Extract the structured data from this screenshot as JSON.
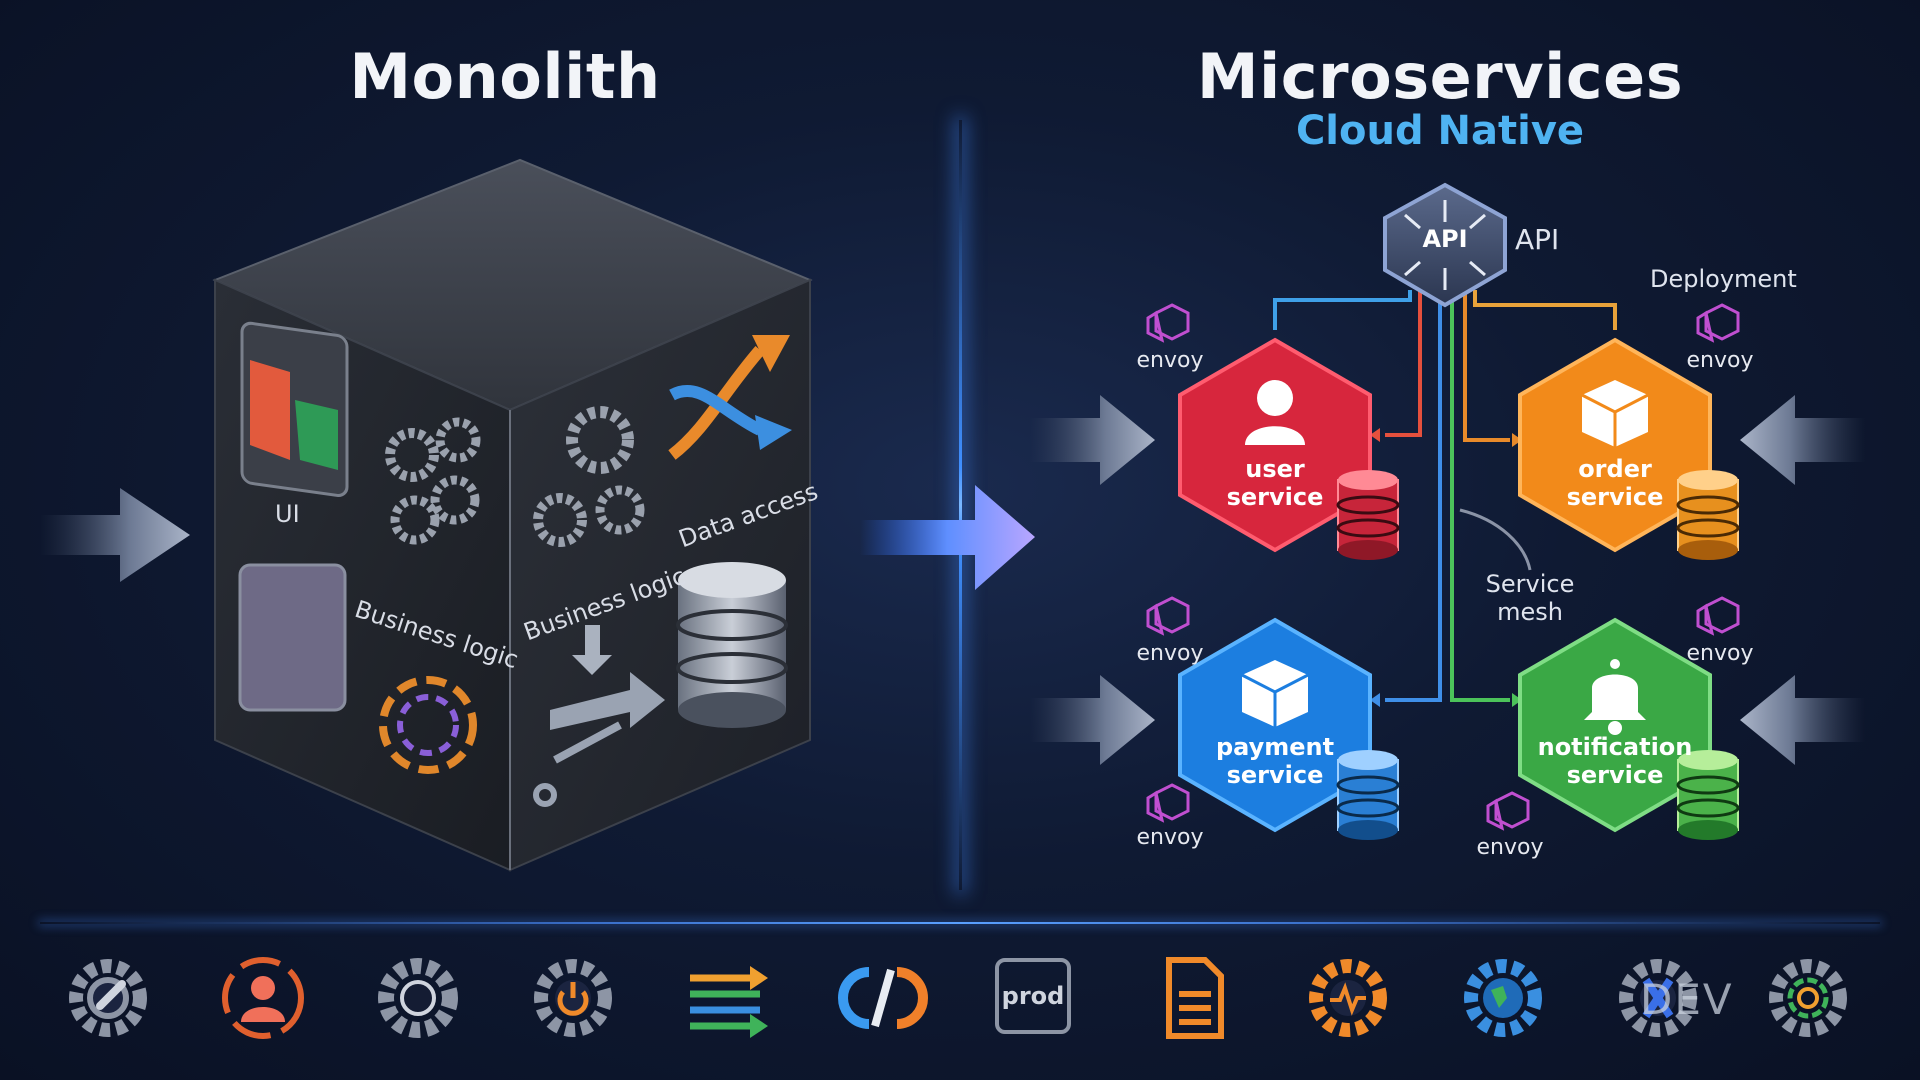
{
  "left": {
    "title": "Monolith",
    "cube_labels": {
      "ui": "UI",
      "business_logic_left": "Business logic",
      "business_logic_right": "Business logic",
      "data_access": "Data access"
    }
  },
  "right": {
    "title": "Microservices",
    "subtitle": "Cloud Native",
    "api_hex_label": "API",
    "api_side_label": "API",
    "deployment_label": "Deployment",
    "service_mesh_label": [
      "Service",
      "mesh"
    ],
    "envoy_label": "envoy",
    "services": [
      {
        "id": "user",
        "lines": [
          "user",
          "service"
        ],
        "color": "#d7263d",
        "icon": "person-icon"
      },
      {
        "id": "order",
        "lines": [
          "order",
          "service"
        ],
        "color": "#f28a1a",
        "icon": "package-icon"
      },
      {
        "id": "payment",
        "lines": [
          "payment",
          "service"
        ],
        "color": "#1c7ee0",
        "icon": "package-icon"
      },
      {
        "id": "notification",
        "lines": [
          "notification",
          "service"
        ],
        "color": "#3aa845",
        "icon": "bell-icon"
      }
    ]
  },
  "bottom_icons": [
    "wrench-gear-icon",
    "user-target-icon",
    "gear-icon",
    "power-gear-icon",
    "merge-arrows-icon",
    "code-icon",
    "prod-badge-icon",
    "document-icon",
    "pulse-gear-icon",
    "globe-gear-icon",
    "check-gear-icon",
    "dashboard-gear-icon"
  ],
  "prod_badge": "prod",
  "watermark": "DEV",
  "colors": {
    "background": "#0f1a33",
    "accent_blue": "#4fb3f2",
    "user": "#d7263d",
    "order": "#f28a1a",
    "payment": "#1c7ee0",
    "notification": "#3aa845"
  }
}
